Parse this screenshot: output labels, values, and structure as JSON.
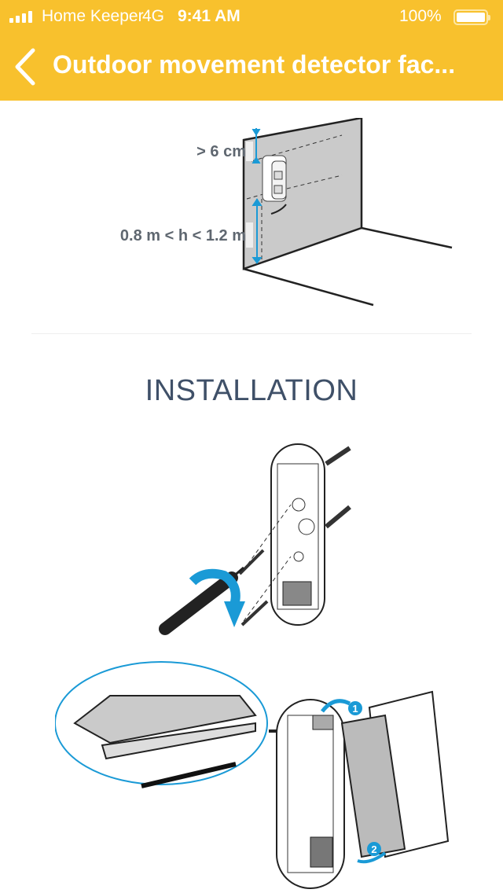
{
  "status_bar": {
    "carrier": "Home Keeper",
    "network": "4G",
    "time": "9:41 AM",
    "battery": "100%"
  },
  "header": {
    "title": "Outdoor movement detector fac...",
    "back_icon": "chevron-left-icon"
  },
  "mounting_diagram": {
    "top_clearance": "> 6 cm",
    "height_range": "0.8 m < h < 1.2 m"
  },
  "section": {
    "title": "INSTALLATION"
  },
  "installation_steps": {
    "step1": "1",
    "step2": "2"
  },
  "colors": {
    "header": "#f8c12d",
    "accent": "#1a9ad6",
    "title_text": "#3f5068"
  }
}
